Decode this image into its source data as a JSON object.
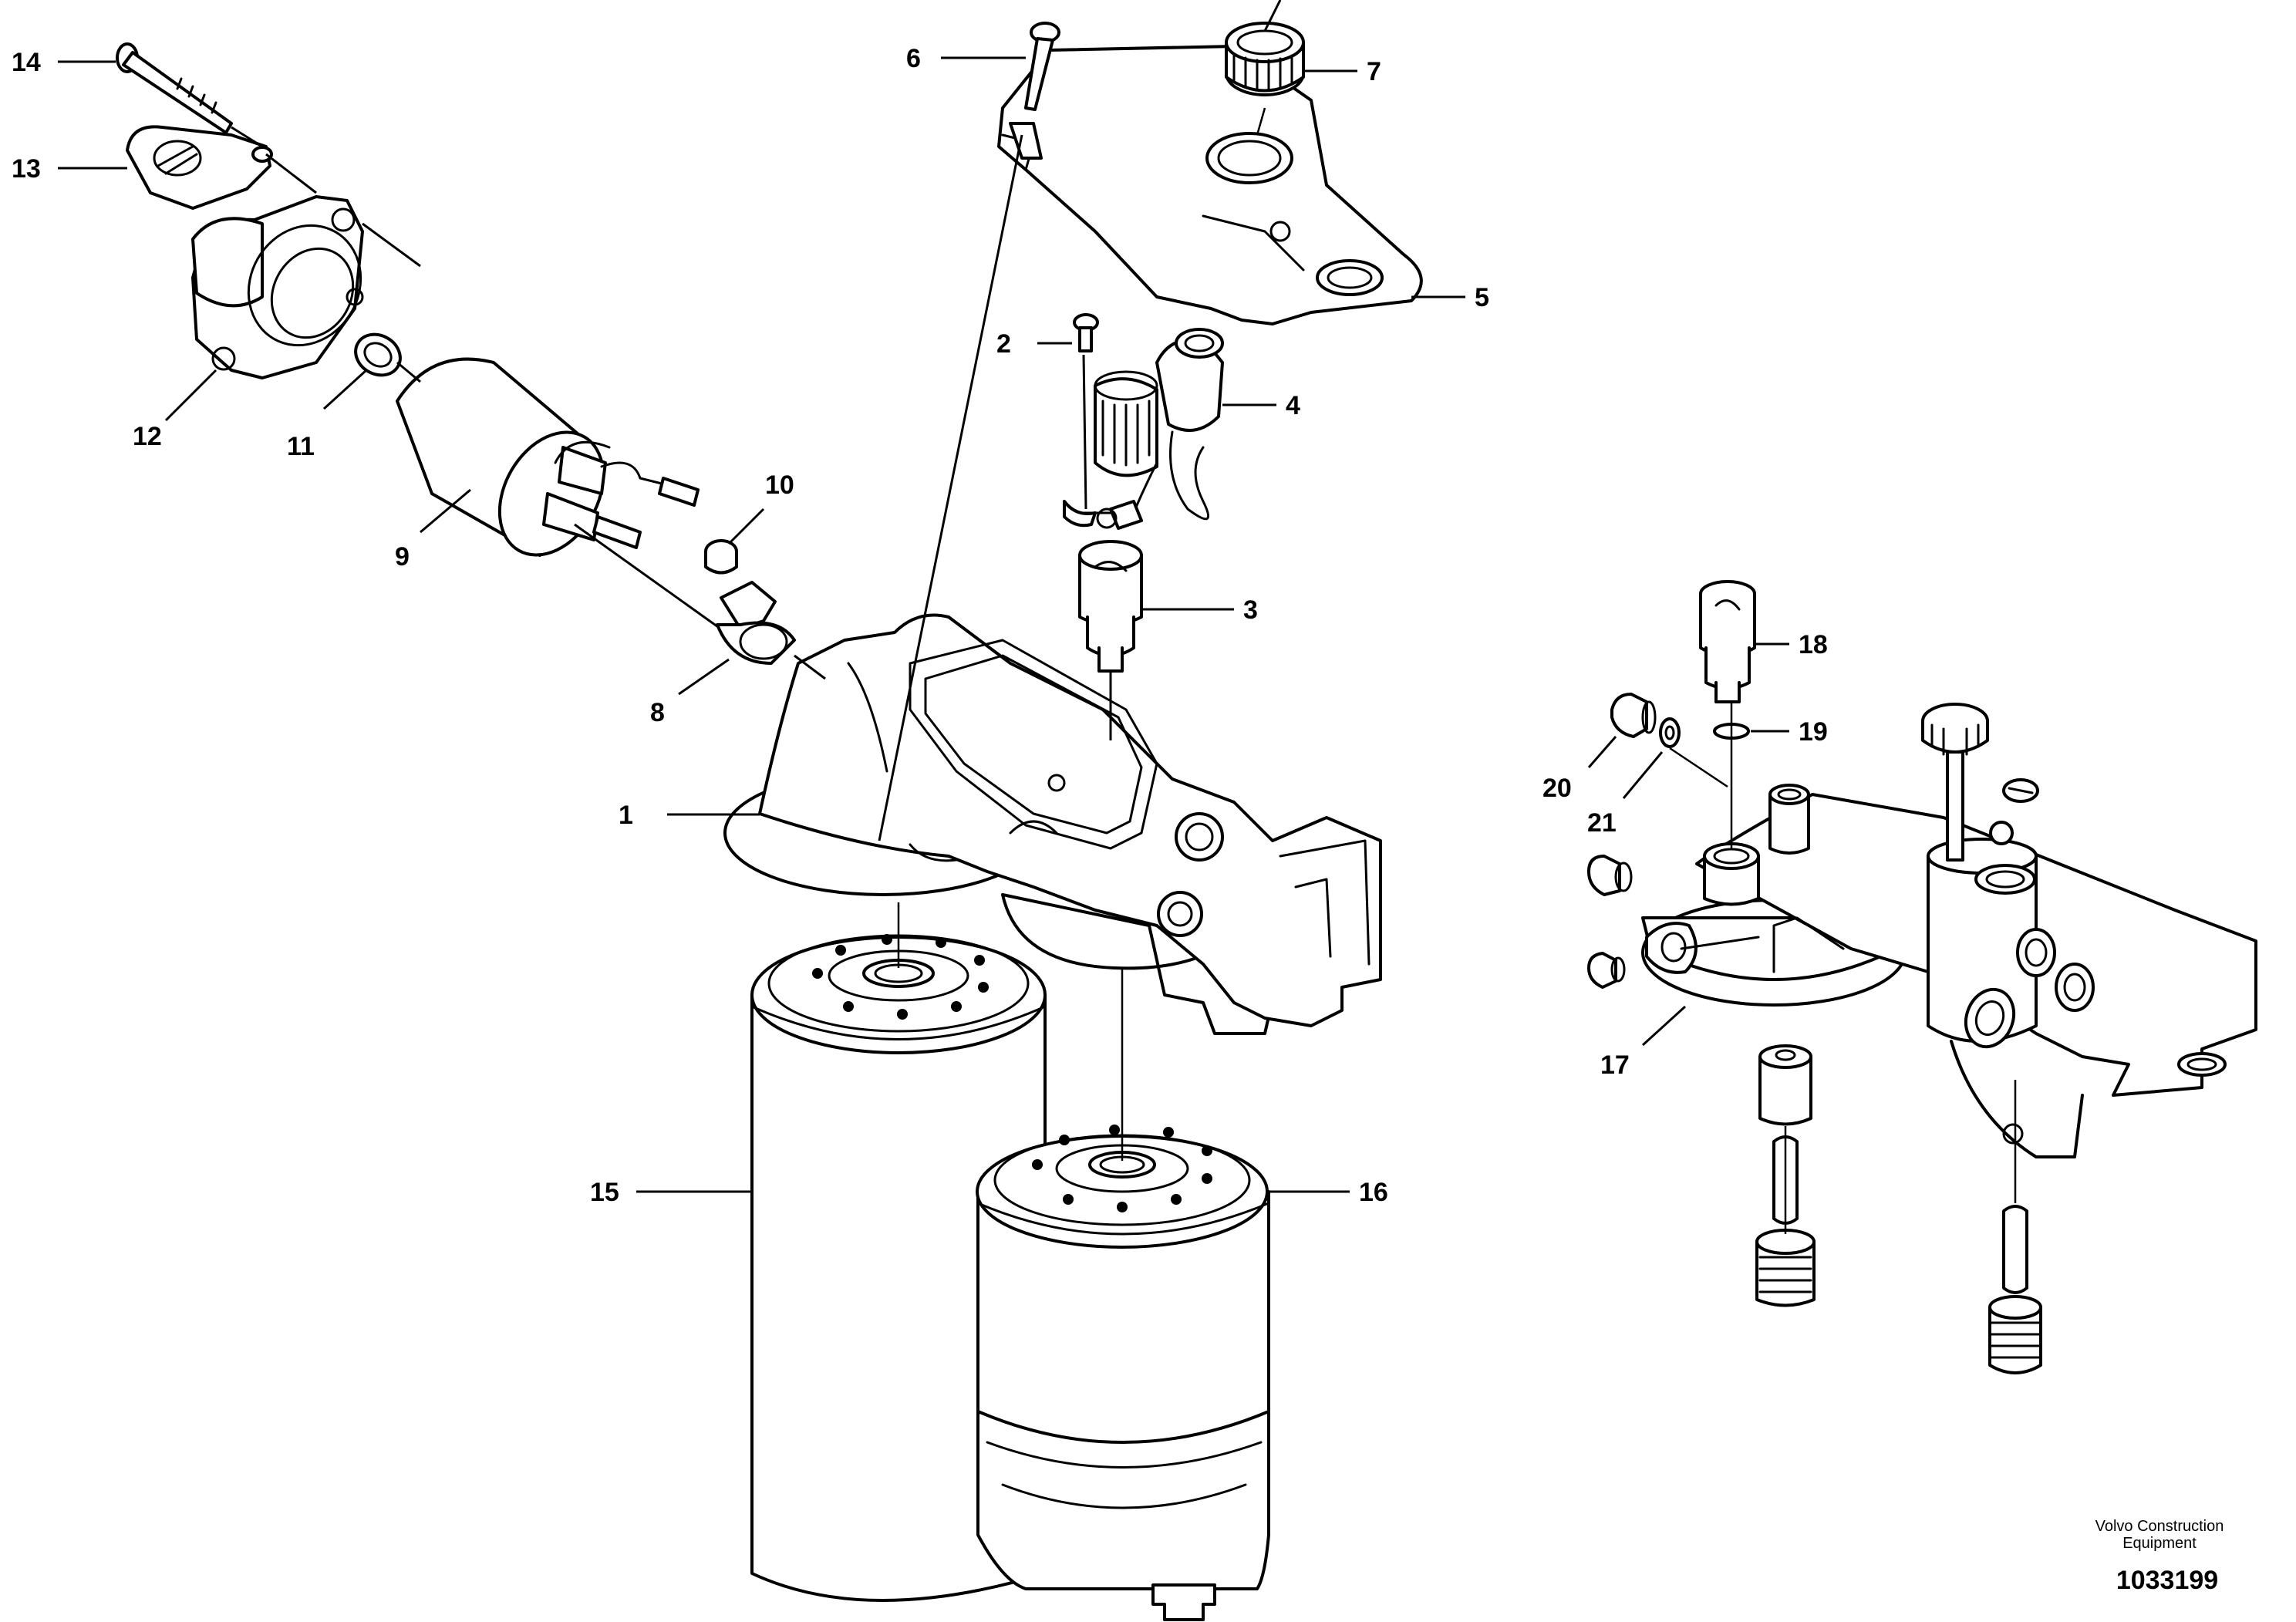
{
  "diagram": {
    "callouts": [
      "1",
      "2",
      "3",
      "4",
      "5",
      "6",
      "7",
      "8",
      "9",
      "10",
      "11",
      "12",
      "13",
      "14",
      "15",
      "16",
      "17",
      "18",
      "19",
      "20",
      "21"
    ],
    "footer": {
      "brand_line1": "Volvo Construction",
      "brand_line2": "Equipment",
      "document_number": "1033199"
    }
  }
}
